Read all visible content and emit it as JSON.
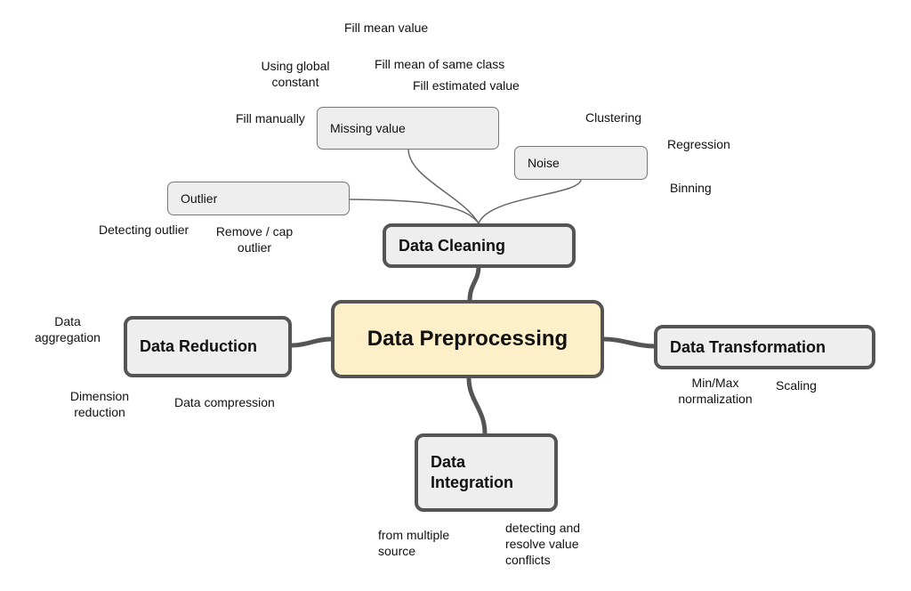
{
  "root": {
    "label": "Data Preprocessing"
  },
  "branches": {
    "cleaning": {
      "label": "Data Cleaning",
      "missing_value": {
        "label": "Missing value",
        "leaves": {
          "fill_mean_value": "Fill mean value",
          "using_global_constant": "Using global\nconstant",
          "fill_mean_same_class": "Fill mean of same class",
          "fill_estimated_value": "Fill estimated value",
          "fill_manually": "Fill manually"
        }
      },
      "noise": {
        "label": "Noise",
        "leaves": {
          "clustering": "Clustering",
          "regression": "Regression",
          "binning": "Binning"
        }
      },
      "outlier": {
        "label": "Outlier",
        "leaves": {
          "detecting_outlier": "Detecting outlier",
          "remove_cap_outlier": "Remove / cap\noutlier"
        }
      }
    },
    "reduction": {
      "label": "Data Reduction",
      "leaves": {
        "data_aggregation": "Data\naggregation",
        "dimension_reduction": "Dimension\nreduction",
        "data_compression": "Data compression"
      }
    },
    "transformation": {
      "label": "Data Transformation",
      "leaves": {
        "min_max_normalization": "Min/Max\nnormalization",
        "scaling": "Scaling"
      }
    },
    "integration": {
      "label": "Data\nIntegration",
      "leaves": {
        "from_multiple_source": "from multiple\nsource",
        "detecting_resolve_conflicts": "detecting and\nresolve value\nconflicts"
      }
    }
  },
  "colors": {
    "center_fill": "#fdefc8",
    "node_fill": "#eeeeee",
    "main_border": "#555555",
    "sub_border": "#777777"
  }
}
